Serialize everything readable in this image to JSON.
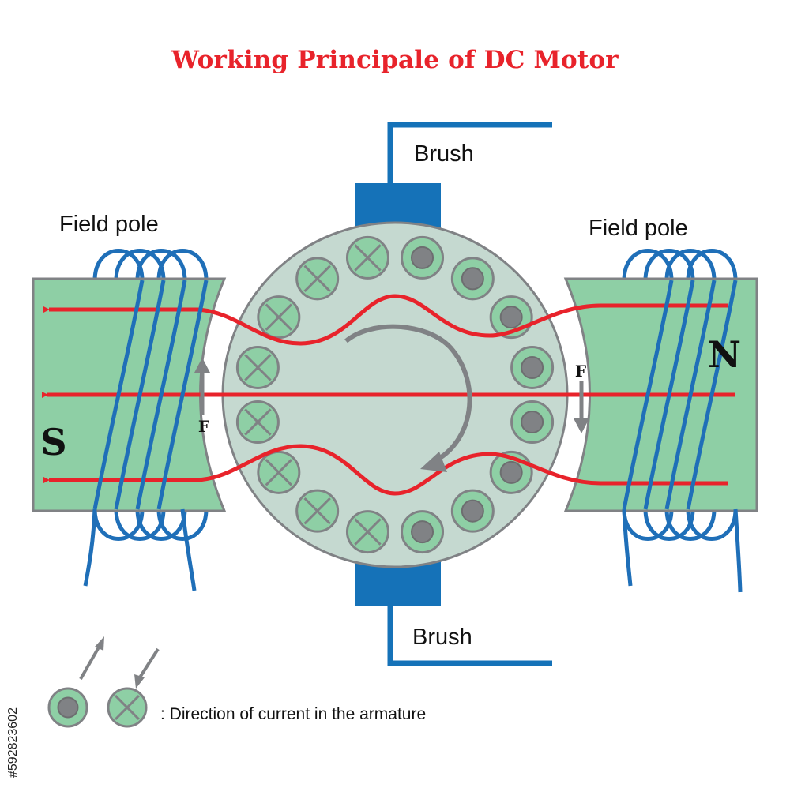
{
  "title": "Working Principale of DC Motor",
  "labels": {
    "brush_top": "Brush",
    "brush_bottom": "Brush",
    "field_pole_left": "Field pole",
    "field_pole_right": "Field pole",
    "south_pole": "S",
    "north_pole": "N",
    "force_left": "F",
    "force_right": "F"
  },
  "legend": {
    "text": ": Direction of current in the armature",
    "symbols": [
      "dot-icon",
      "cross-icon"
    ]
  },
  "watermark_id": "#592823602",
  "colors": {
    "title": "#e8232b",
    "pole_fill": "#8ecfa5",
    "armature_fill": "#c5d9d0",
    "coil": "#1f6fb8",
    "brush": "#1572b8",
    "field_line": "#e8232b",
    "arrow": "#808285"
  }
}
